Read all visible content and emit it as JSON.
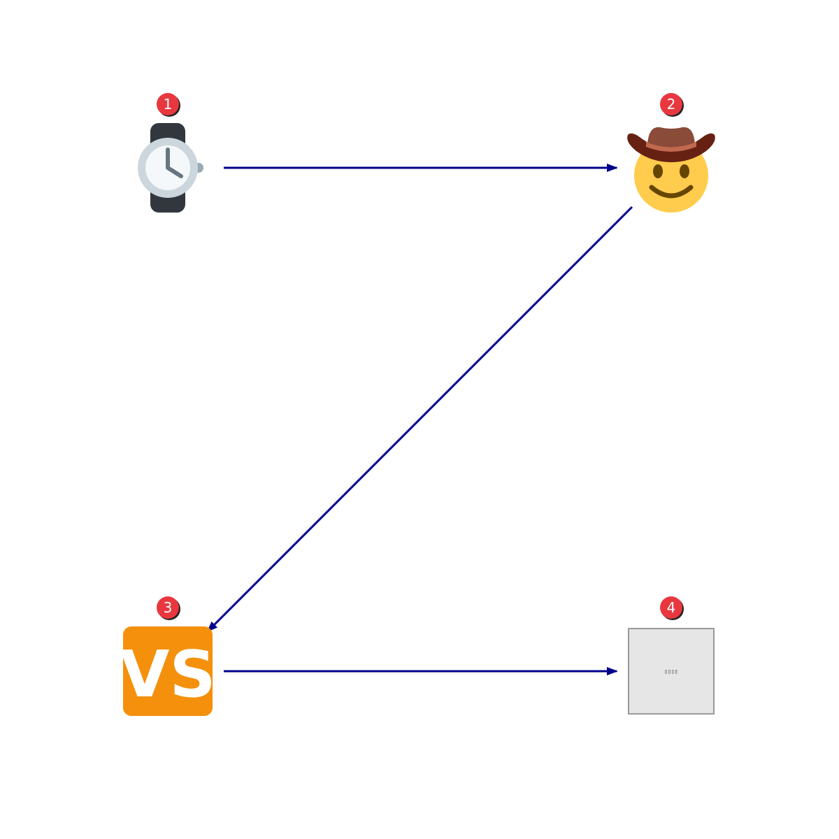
{
  "colors": {
    "arrow": "#00008b",
    "badge_fill": "#e8373f",
    "badge_shadow": "#222222",
    "vs_background": "#f4900c",
    "placeholder_fill": "#e6e6e6",
    "placeholder_border": "#999999"
  },
  "nodes": [
    {
      "id": "1",
      "badge": "1",
      "icon": "wristwatch-icon"
    },
    {
      "id": "2",
      "badge": "2",
      "icon": "cowboy-face-icon"
    },
    {
      "id": "3",
      "badge": "3",
      "icon": "vs-button-icon",
      "label": "VS"
    },
    {
      "id": "4",
      "badge": "4",
      "icon": "missing-glyph-icon",
      "label": "▯▯▯▯"
    }
  ],
  "edges": [
    {
      "from": "1",
      "to": "2"
    },
    {
      "from": "2",
      "to": "3"
    },
    {
      "from": "3",
      "to": "4"
    }
  ]
}
